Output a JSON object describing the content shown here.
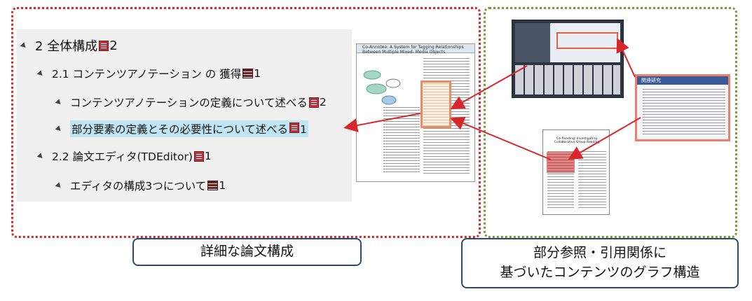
{
  "outline": {
    "items": [
      {
        "level": 0,
        "text": "2 全体構成",
        "icon": "doc-icon",
        "count": "2"
      },
      {
        "level": 1,
        "text": "2.1 コンテンツアノテーション の 獲得",
        "icon": "list-icon",
        "count": "1"
      },
      {
        "level": 2,
        "text": "コンテンツアノテーションの定義について述べる",
        "icon": "doc-icon",
        "count": "2"
      },
      {
        "level": 2,
        "text": "部分要素の定義とその必要性について述べる",
        "icon": "doc-icon",
        "count": "1",
        "highlighted": true
      },
      {
        "level": 1,
        "text": "2.2 論文エディタ(TDEditor)",
        "icon": "doc-icon",
        "count": "1"
      },
      {
        "level": 2,
        "text": "エディタの構成3つについて",
        "icon": "list-icon",
        "count": "1"
      }
    ]
  },
  "captions": {
    "left": "詳細な論文構成",
    "right_line1": "部分参照・引用関係に",
    "right_line2": "基づいたコンテンツのグラフ構造"
  },
  "thumbnails": {
    "paper_main_title": "Co-Annotea: A System for Tagging Relationships Between Multiple Mixed- Media Objects",
    "paper_b_title": "Co-Reading: Investigating Collaborative Group Reading",
    "slide_title": "関連研究"
  },
  "colors": {
    "left_frame": "#d9262b",
    "right_frame": "#7a9a3a",
    "highlight": "#bfe4f2",
    "arrow": "#d9262b"
  }
}
